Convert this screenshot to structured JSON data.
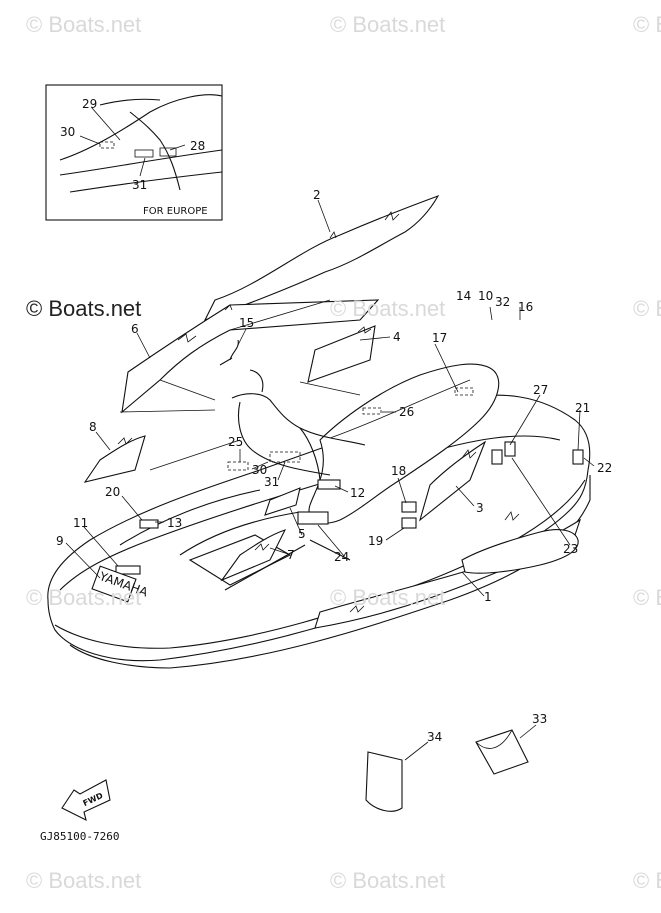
{
  "watermark": {
    "text": "© Boats.net",
    "text_right": "© B"
  },
  "inset": {
    "label": "FOR EUROPE",
    "callouts": [
      "29",
      "30",
      "28",
      "31"
    ]
  },
  "callouts": [
    {
      "id": "c2",
      "label": "2"
    },
    {
      "id": "c6",
      "label": "6"
    },
    {
      "id": "c15",
      "label": "15"
    },
    {
      "id": "c4",
      "label": "4"
    },
    {
      "id": "c14",
      "label": "14"
    },
    {
      "id": "c10",
      "label": "10"
    },
    {
      "id": "c32",
      "label": "32"
    },
    {
      "id": "c16",
      "label": "16"
    },
    {
      "id": "c17",
      "label": "17"
    },
    {
      "id": "c27",
      "label": "27"
    },
    {
      "id": "c21",
      "label": "21"
    },
    {
      "id": "c22",
      "label": "22"
    },
    {
      "id": "c26",
      "label": "26"
    },
    {
      "id": "c8",
      "label": "8"
    },
    {
      "id": "c25",
      "label": "25"
    },
    {
      "id": "c30",
      "label": "30"
    },
    {
      "id": "c31",
      "label": "31"
    },
    {
      "id": "c12",
      "label": "12"
    },
    {
      "id": "c18",
      "label": "18"
    },
    {
      "id": "c3",
      "label": "3"
    },
    {
      "id": "c19",
      "label": "19"
    },
    {
      "id": "c23",
      "label": "23"
    },
    {
      "id": "c20",
      "label": "20"
    },
    {
      "id": "c13",
      "label": "13"
    },
    {
      "id": "c11",
      "label": "11"
    },
    {
      "id": "c5",
      "label": "5"
    },
    {
      "id": "c7",
      "label": "7"
    },
    {
      "id": "c9",
      "label": "9"
    },
    {
      "id": "c24",
      "label": "24"
    },
    {
      "id": "c1",
      "label": "1"
    },
    {
      "id": "c34",
      "label": "34"
    },
    {
      "id": "c33",
      "label": "33"
    }
  ],
  "fwd_label": "FWD",
  "hull_decal_text": "YAMAHA",
  "part_code": "GJ85100-7260"
}
